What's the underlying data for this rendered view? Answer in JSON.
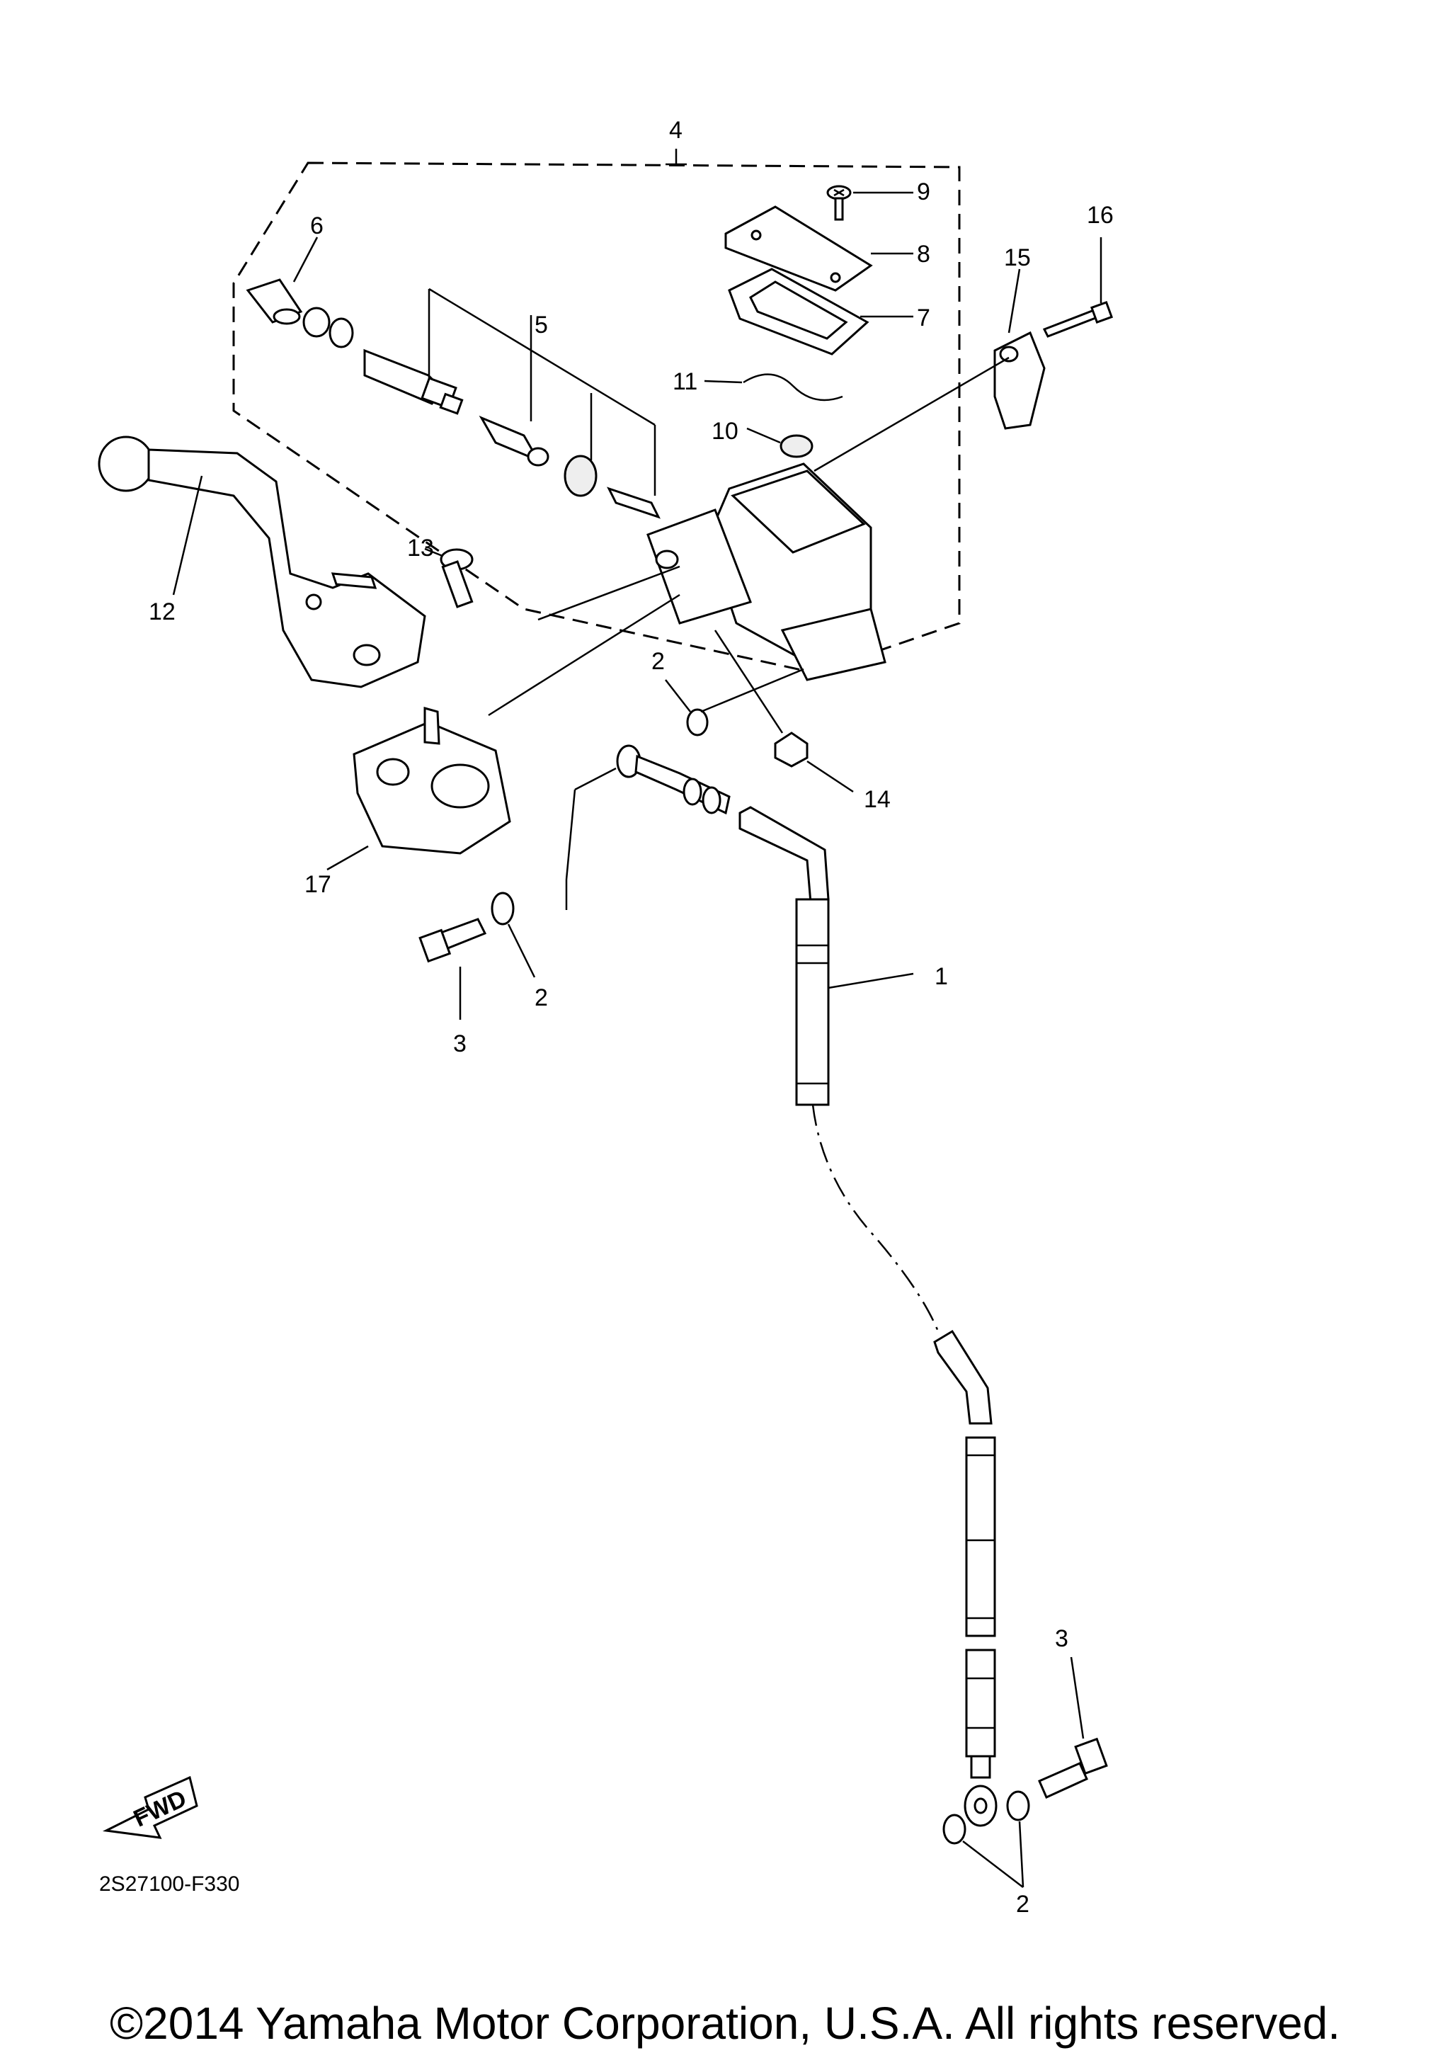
{
  "callouts": [
    "1",
    "2",
    "2",
    "2",
    "3",
    "3",
    "4",
    "5",
    "6",
    "7",
    "8",
    "9",
    "10",
    "11",
    "12",
    "13",
    "14",
    "15",
    "16",
    "17"
  ],
  "fwd_label": "FWD",
  "diagram_code": "2S27100-F330",
  "copyright": "©2014 Yamaha Motor Corporation, U.S.A. All rights reserved."
}
